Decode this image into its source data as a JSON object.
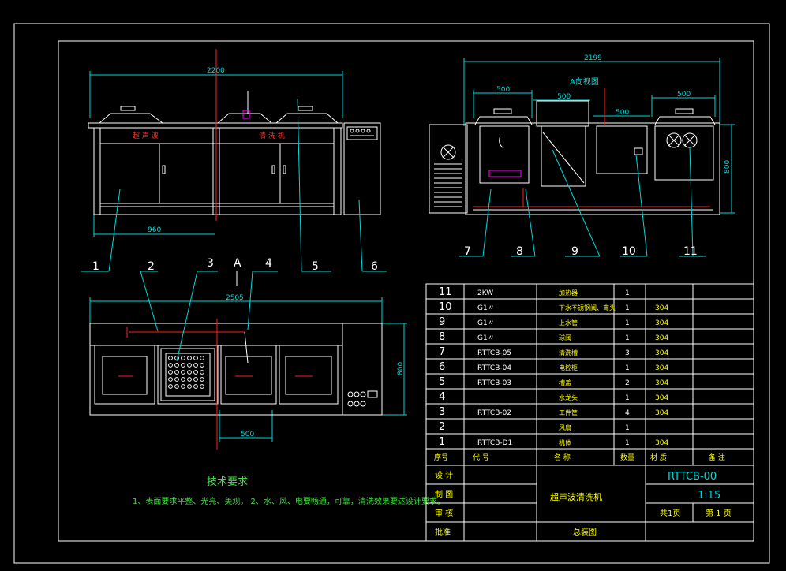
{
  "front_view": {
    "dim_width": "2200",
    "dim_half": "960",
    "label_ultrasonic": "超 声 波",
    "label_cleaner": "清 洗 机"
  },
  "side_view": {
    "dim_width": "2199",
    "dim_tank1": "500",
    "dim_tank2": "500",
    "dim_tank3": "500",
    "dim_tank4": "500",
    "dim_height": "800",
    "title": "A向视图"
  },
  "top_view": {
    "dim_width": "2505",
    "dim_depth": "800",
    "dim_tank": "500",
    "view_marker": "A"
  },
  "callouts": [
    "1",
    "2",
    "3",
    "4",
    "5",
    "6",
    "7",
    "8",
    "9",
    "10",
    "11"
  ],
  "bom_rows": [
    {
      "no": "11",
      "code": "2KW",
      "name": "加热器",
      "qty": "1",
      "material": "",
      "note": ""
    },
    {
      "no": "10",
      "code": "G1〃",
      "name": "下水不锈钢阀、弯头",
      "qty": "1",
      "material": "304",
      "note": ""
    },
    {
      "no": "9",
      "code": "G1〃",
      "name": "上水管",
      "qty": "1",
      "material": "304",
      "note": ""
    },
    {
      "no": "8",
      "code": "G1〃",
      "name": "球阀",
      "qty": "1",
      "material": "304",
      "note": ""
    },
    {
      "no": "7",
      "code": "RTTCB-05",
      "name": "清洗槽",
      "qty": "3",
      "material": "304",
      "note": ""
    },
    {
      "no": "6",
      "code": "RTTCB-04",
      "name": "电控柜",
      "qty": "1",
      "material": "304",
      "note": ""
    },
    {
      "no": "5",
      "code": "RTTCB-03",
      "name": "槽盖",
      "qty": "2",
      "material": "304",
      "note": ""
    },
    {
      "no": "4",
      "code": "",
      "name": "水龙头",
      "qty": "1",
      "material": "304",
      "note": ""
    },
    {
      "no": "3",
      "code": "RTTCB-02",
      "name": "工件筐",
      "qty": "4",
      "material": "304",
      "note": ""
    },
    {
      "no": "2",
      "code": "",
      "name": "风扇",
      "qty": "1",
      "material": "",
      "note": ""
    },
    {
      "no": "1",
      "code": "RTTCB-D1",
      "name": "机体",
      "qty": "1",
      "material": "304",
      "note": ""
    }
  ],
  "bom_header": {
    "no": "序号",
    "code": "代 号",
    "name": "名 称",
    "qty": "数量",
    "material": "材 质",
    "note": "备 注"
  },
  "title_block": {
    "design": "设 计",
    "draw": "制 图",
    "review": "审 核",
    "approve": "批准",
    "product_name": "超声波清洗机",
    "drawing_type": "总装图",
    "drawing_no": "RTTCB-00",
    "scale": "1:15",
    "total_sheets": "共1页",
    "sheet": "第 1 页"
  },
  "tech_req": {
    "heading": "技术要求",
    "line": "1、表面要求平整、光亮、美观。  2、水、风、电要畅通，可靠，清洗效果要达设计要求。"
  }
}
